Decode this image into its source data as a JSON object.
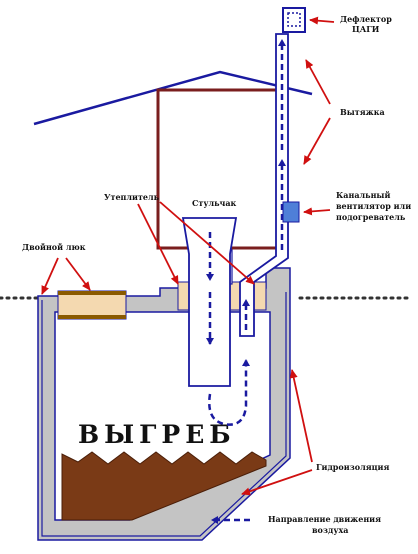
{
  "labels": {
    "deflector": [
      "Дефлектор",
      "ЦАГИ"
    ],
    "exhaust": "Вытяжка",
    "fan": [
      "Канальный",
      "вентилятор или",
      "подогреватель"
    ],
    "insulation": "Утеплитель",
    "toilet_seat": "Стульчак",
    "double_hatch": "Двойной люк",
    "pit": "ВЫГРЕБ",
    "waterproofing": "Гидроизоляция",
    "airflow": [
      "Направление движения",
      "воздуха"
    ]
  },
  "colors": {
    "outline": "#1a1aa0",
    "house_wall": "#7a1e1e",
    "concrete": "#c4c4c4",
    "insulation": "#f4d9b0",
    "waste": "#7a3a16",
    "hatch_bar": "#8a5a00",
    "annotation_arrow": "#d01010",
    "fan_box": "#4f7fd8",
    "airflow": "#1a1aa0"
  }
}
